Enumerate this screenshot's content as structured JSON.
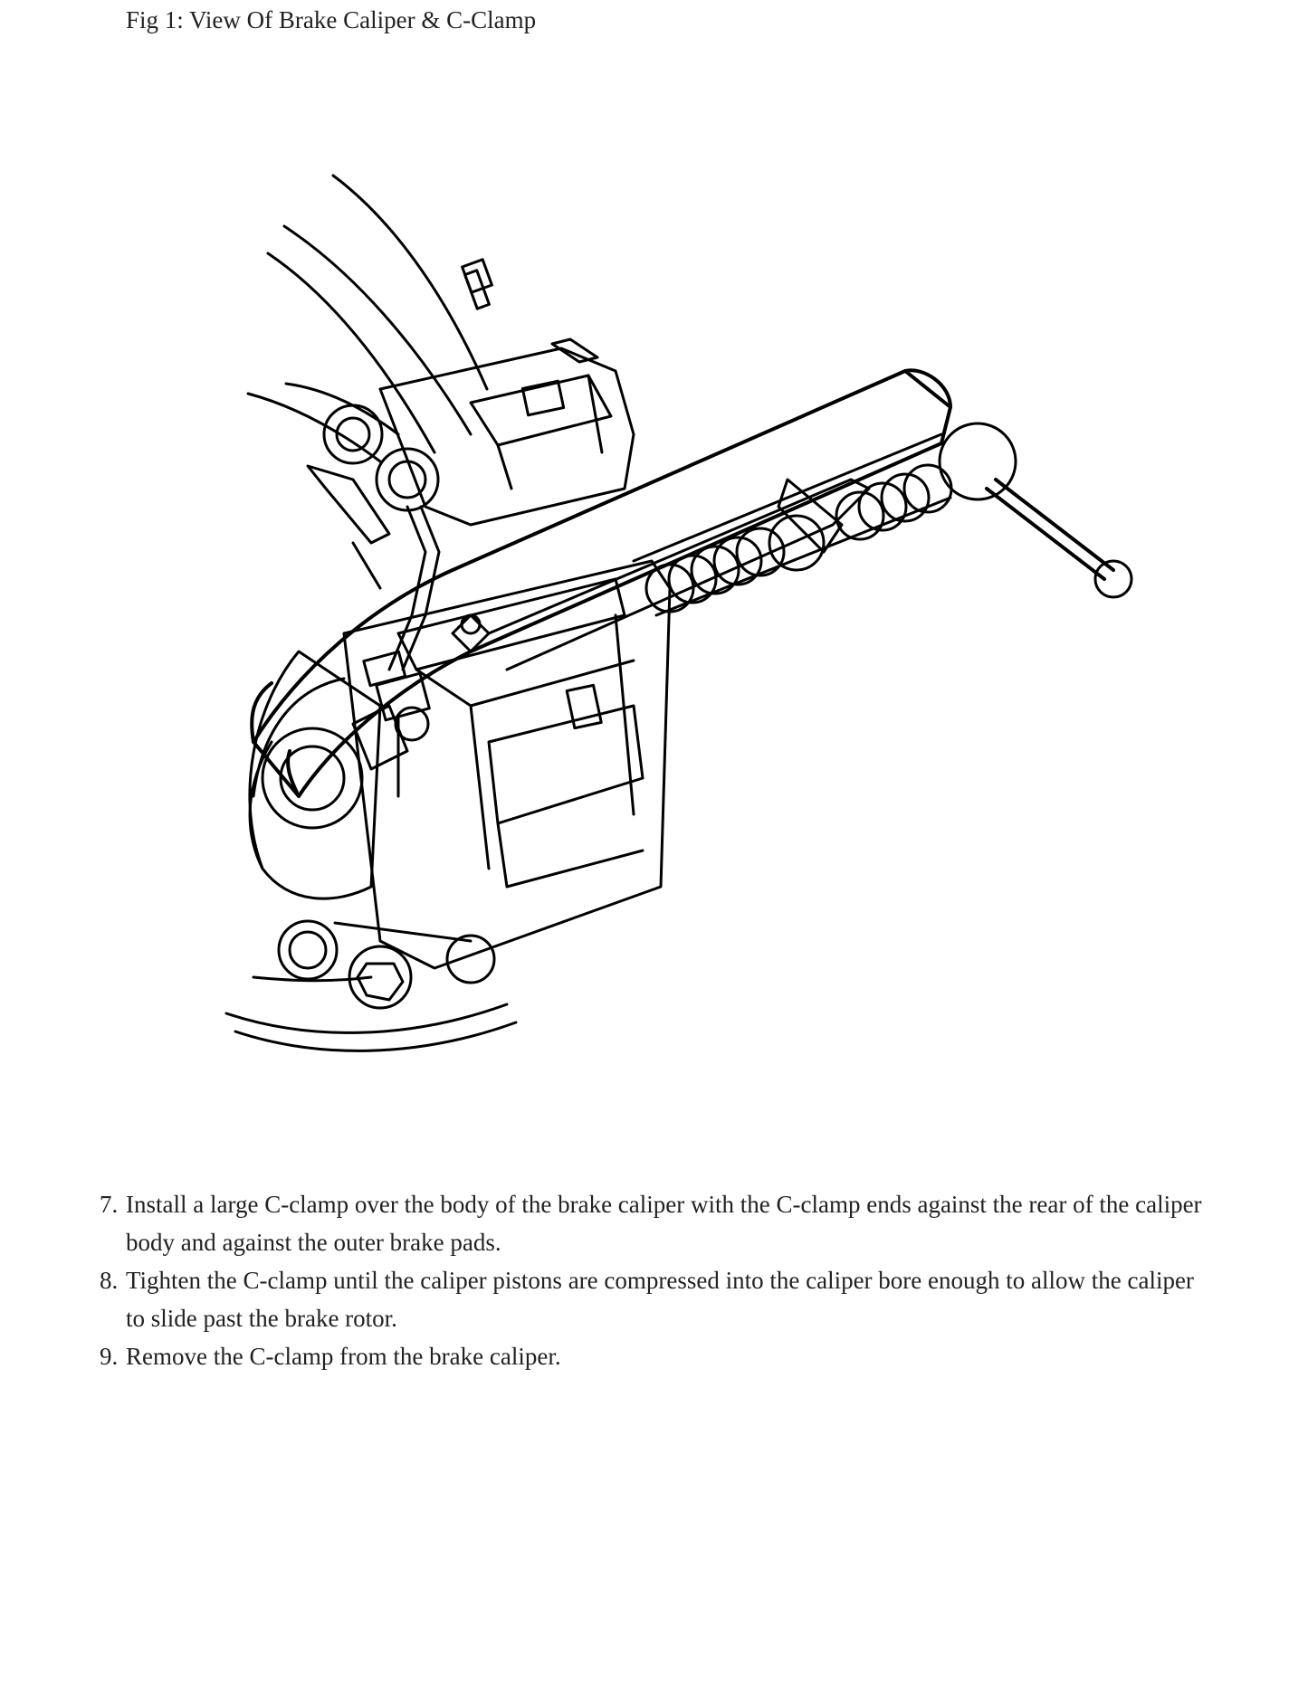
{
  "figure": {
    "caption": "Fig 1: View Of Brake Caliper & C-Clamp",
    "illustration_icon": "brake-caliper-c-clamp-line-drawing"
  },
  "steps": [
    {
      "number": "7.",
      "text": "Install a large C-clamp over the body of the brake caliper with the C-clamp ends against the rear of the caliper body and against the outer brake pads."
    },
    {
      "number": "8.",
      "text": "Tighten the C-clamp until the caliper pistons are compressed into the caliper bore enough to allow the caliper to slide past the brake rotor."
    },
    {
      "number": "9.",
      "text": "Remove the C-clamp from the brake caliper."
    }
  ]
}
